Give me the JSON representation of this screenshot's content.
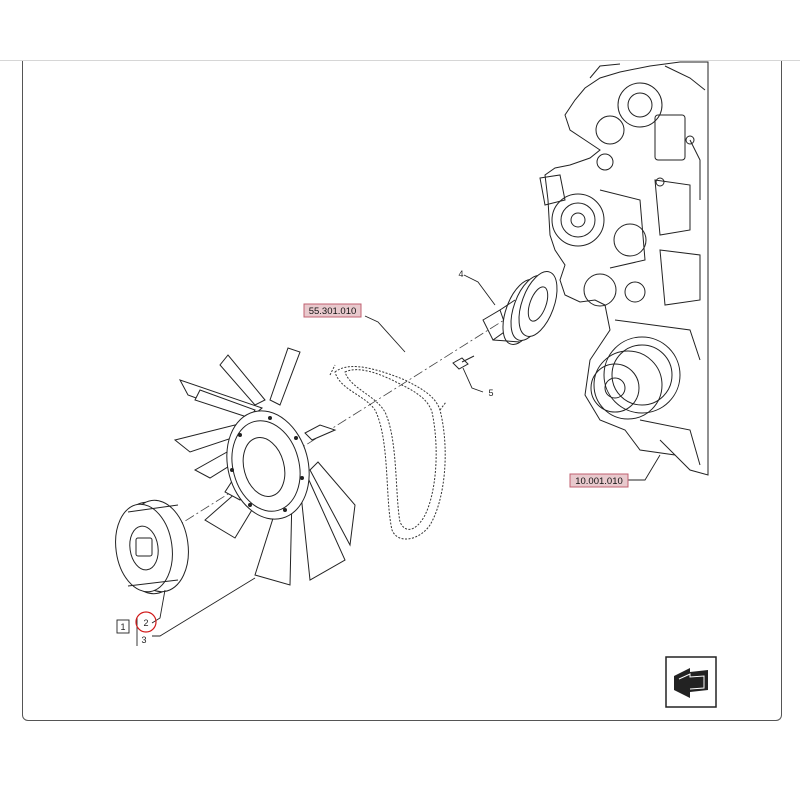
{
  "references": [
    {
      "id": "ref-belt",
      "label": "55.301.010"
    },
    {
      "id": "ref-engine",
      "label": "10.001.010"
    }
  ],
  "callouts": {
    "item_1": "1",
    "item_2": "2",
    "item_3": "3",
    "item_4": "4",
    "item_5": "5"
  },
  "colors": {
    "ref_box_fill": "#e8c9cd",
    "ref_box_stroke": "#c06070",
    "highlight_circle": "#d11a1a",
    "line": "#222222"
  },
  "icons": {
    "nav": "return-arrow-icon"
  }
}
